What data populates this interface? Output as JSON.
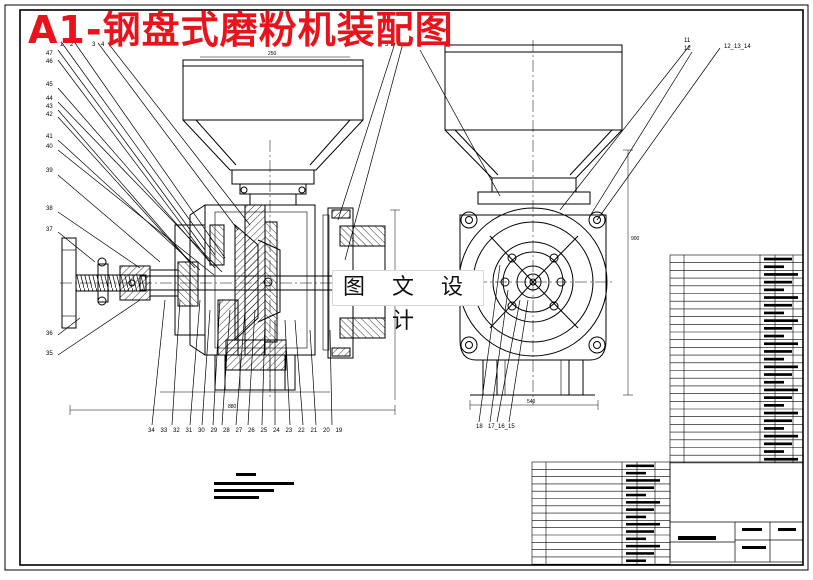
{
  "title": "A1-钢盘式磨粉机装配图",
  "watermark": "图 文 设 计",
  "colors": {
    "title": "#e8131b",
    "line": "#000000",
    "sheet": "#ffffff"
  },
  "balloons_left_side": [
    "47",
    "46",
    "45",
    "44",
    "43",
    "42",
    "41",
    "40",
    "39",
    "38",
    "37",
    "36",
    "35"
  ],
  "balloons_top_left": [
    "1",
    "2",
    "3",
    "4",
    "5",
    "6"
  ],
  "balloons_bottom_front": [
    "34",
    "33",
    "32",
    "31",
    "30",
    "29",
    "28",
    "27",
    "26",
    "25",
    "24",
    "23",
    "22",
    "21",
    "20",
    "19"
  ],
  "balloons_side_view": [
    "11",
    "12",
    "12_13_14",
    "18",
    "17_16_15"
  ]
}
